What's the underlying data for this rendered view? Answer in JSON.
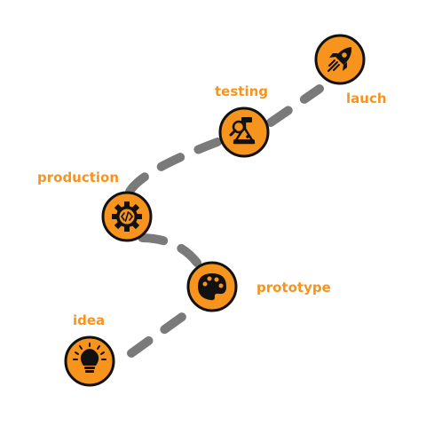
{
  "colors": {
    "accent": "#f7941d",
    "node_fill": "#f7941d",
    "outline": "#111111",
    "path": "#7a7a7a",
    "label": "#f7941d",
    "background": "#ffffff"
  },
  "stages": [
    {
      "id": "idea",
      "label": "idea",
      "icon": "lightbulb-icon"
    },
    {
      "id": "prototype",
      "label": "prototype",
      "icon": "palette-icon"
    },
    {
      "id": "production",
      "label": "production",
      "icon": "code-gear-icon"
    },
    {
      "id": "testing",
      "label": "testing",
      "icon": "lab-testing-icon"
    },
    {
      "id": "launch",
      "label": "lauch",
      "icon": "rocket-icon"
    }
  ]
}
